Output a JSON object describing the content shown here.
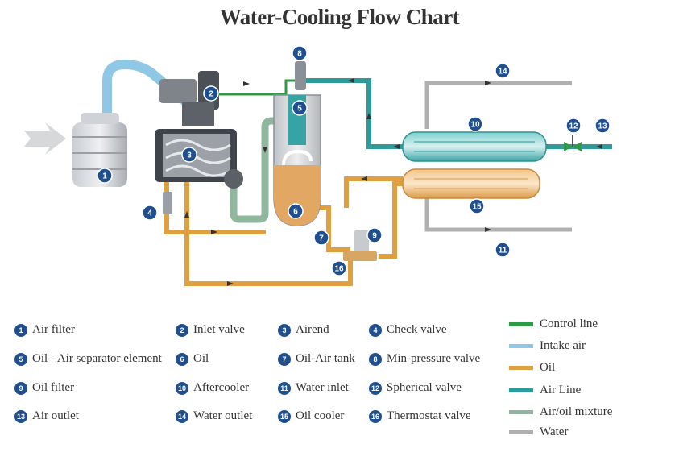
{
  "title": "Water-Cooling Flow Chart",
  "colors": {
    "control": "#2e9a46",
    "intake": "#8ec8e6",
    "oil": "#e0a040",
    "air": "#2f9a9a",
    "mixture": "#8fb79e",
    "water": "#b0b0b0",
    "marker": "#1f4f8f"
  },
  "markers": [
    "1",
    "2",
    "3",
    "4",
    "5",
    "6",
    "7",
    "8",
    "9",
    "10",
    "11",
    "12",
    "13",
    "14",
    "15",
    "16"
  ],
  "components": [
    {
      "num": "1",
      "label": "Air filter"
    },
    {
      "num": "2",
      "label": "Inlet valve"
    },
    {
      "num": "3",
      "label": "Airend"
    },
    {
      "num": "4",
      "label": "Check valve"
    },
    {
      "num": "5",
      "label": "Oil - Air separator element"
    },
    {
      "num": "6",
      "label": "Oil"
    },
    {
      "num": "7",
      "label": "Oil-Air tank"
    },
    {
      "num": "8",
      "label": "Min-pressure valve"
    },
    {
      "num": "9",
      "label": "Oil filter"
    },
    {
      "num": "10",
      "label": "Aftercooler"
    },
    {
      "num": "11",
      "label": "Water inlet"
    },
    {
      "num": "12",
      "label": "Spherical valve"
    },
    {
      "num": "13",
      "label": "Air outlet"
    },
    {
      "num": "14",
      "label": "Water outlet"
    },
    {
      "num": "15",
      "label": "Oil cooler"
    },
    {
      "num": "16",
      "label": "Thermostat valve"
    }
  ],
  "line_legend": [
    {
      "label": "Control line",
      "color": "#2e9a46"
    },
    {
      "label": "Intake air",
      "color": "#8ec8e6"
    },
    {
      "label": "Oil",
      "color": "#e0a040"
    },
    {
      "label": "Air Line",
      "color": "#2f9a9a"
    },
    {
      "label": "Air/oil mixture",
      "color": "#8fb79e"
    },
    {
      "label": "Water",
      "color": "#b0b0b0"
    }
  ]
}
